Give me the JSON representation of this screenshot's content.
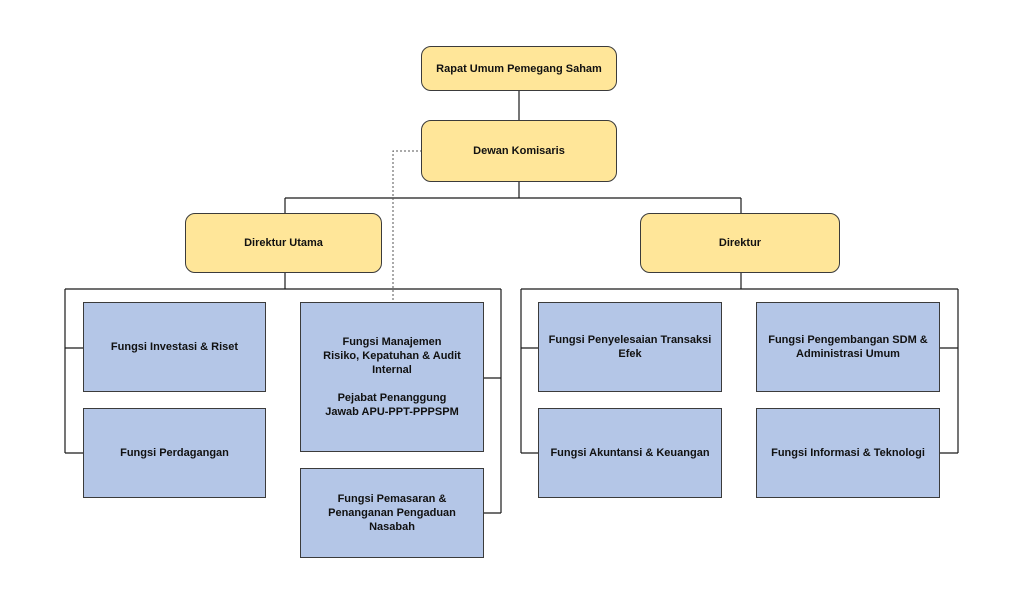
{
  "colors": {
    "executive_fill": "#ffe699",
    "function_fill": "#b4c6e7",
    "line": "#1a1a1a"
  },
  "nodes": {
    "rups": "Rapat Umum Pemegang Saham",
    "dewan_komisaris": "Dewan Komisaris",
    "direktur_utama": "Direktur Utama",
    "direktur": "Direktur",
    "investasi_riset": "Fungsi Investasi & Riset",
    "perdagangan": "Fungsi Perdagangan",
    "manajemen_risiko": "Fungsi Manajemen Risiko, Kepatuhan & Audit Internal",
    "pejabat_apu": "Pejabat Penanggung Jawab APU-PPT-PPPSPM",
    "pemasaran": "Fungsi Pemasaran & Penanganan Pengaduan Nasabah",
    "penyelesaian_transaksi": "Fungsi Penyelesaian Transaksi Efek",
    "akuntansi_keuangan": "Fungsi Akuntansi & Keuangan",
    "pengembangan_sdm": "Fungsi Pengembangan SDM & Administrasi Umum",
    "informasi_teknologi": "Fungsi Informasi & Teknologi"
  }
}
